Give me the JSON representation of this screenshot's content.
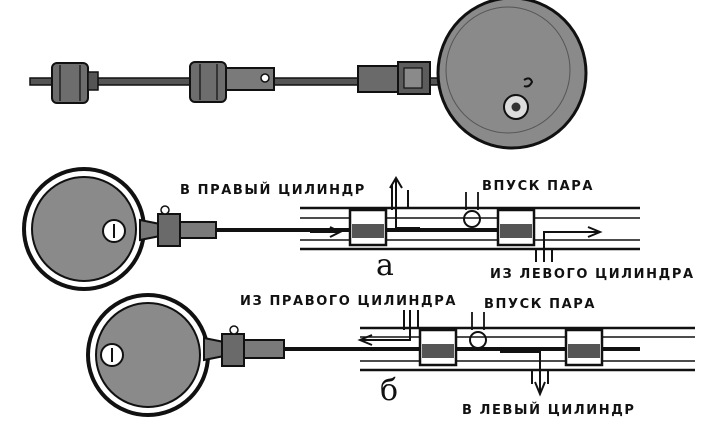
{
  "figure_a": {
    "letter": "а",
    "labels": {
      "to_right_cylinder": "В ПРАВЫЙ ЦИЛИНДР",
      "steam_inlet": "ВПУСК ПАРА",
      "from_left_cylinder": "ИЗ ЛЕВОГО ЦИЛИНДРА"
    }
  },
  "figure_b": {
    "letter": "б",
    "labels": {
      "from_right_cylinder": "ИЗ ПРАВОГО ЦИЛИНДРА",
      "steam_inlet": "ВПУСК ПАРА",
      "to_left_cylinder": "В ЛЕВЫЙ ЦИЛИНДР"
    }
  },
  "colors": {
    "ink": "#111111",
    "disc_fill": "#8a8a8a",
    "paper": "#ffffff"
  }
}
